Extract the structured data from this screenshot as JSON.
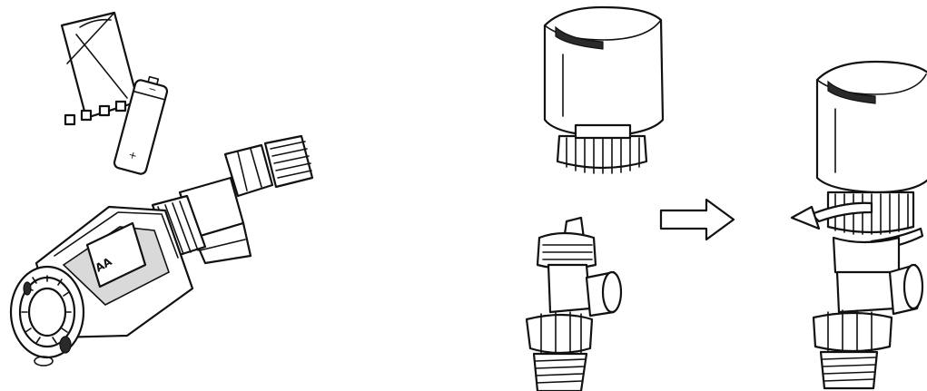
{
  "figures": {
    "battery_plus_label": "+",
    "battery_minus_label": "−",
    "battery_type_label": "AA"
  },
  "colors": {
    "line": "#111111",
    "background": "#ffffff"
  },
  "icons": {
    "step_arrow": "right-arrow-outline",
    "rotate_arrow": "curved-rotation-arrow"
  }
}
